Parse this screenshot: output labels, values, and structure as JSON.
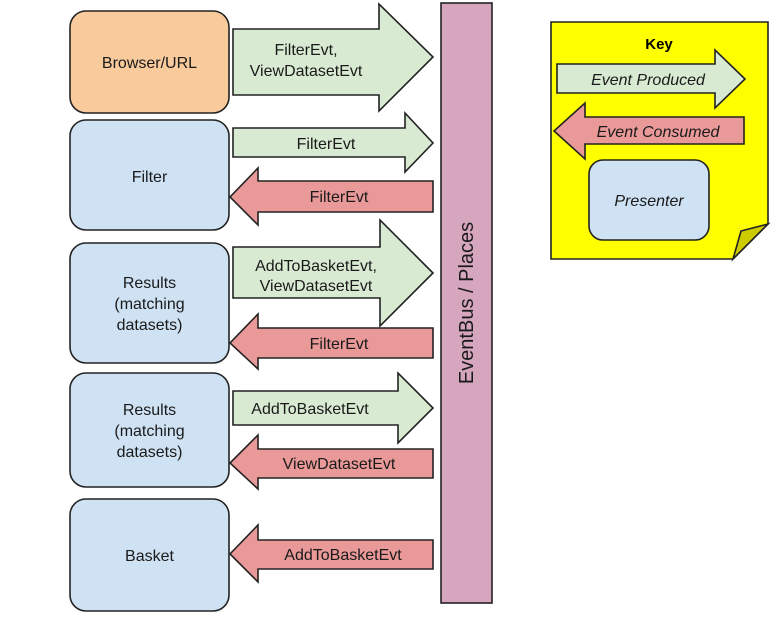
{
  "colors": {
    "browser_box": "#f9cb9c",
    "presenter_box": "#cfe2f3",
    "produced_arrow": "#d9ead3",
    "consumed_arrow": "#ea9999",
    "event_bus": "#d5a6bd",
    "key_note": "#ffff00",
    "key_fold": "#cccc00"
  },
  "event_bus": {
    "label": "EventBus / Places"
  },
  "presenters": [
    {
      "id": "browser",
      "lines": [
        "Browser/URL"
      ]
    },
    {
      "id": "filter",
      "lines": [
        "Filter"
      ]
    },
    {
      "id": "results-1",
      "lines": [
        "Results",
        "(matching",
        "datasets)"
      ]
    },
    {
      "id": "results-2",
      "lines": [
        "Results",
        "(matching",
        "datasets)"
      ]
    },
    {
      "id": "basket",
      "lines": [
        "Basket"
      ]
    }
  ],
  "produced_events": [
    {
      "presenter": "browser",
      "lines": [
        "FilterEvt,",
        "ViewDatasetEvt"
      ]
    },
    {
      "presenter": "filter",
      "lines": [
        "FilterEvt"
      ]
    },
    {
      "presenter": "results-1",
      "lines": [
        "AddToBasketEvt,",
        "ViewDatasetEvt"
      ]
    },
    {
      "presenter": "results-2",
      "lines": [
        "AddToBasketEvt"
      ]
    }
  ],
  "consumed_events": [
    {
      "presenter": "filter",
      "lines": [
        "FilterEvt"
      ]
    },
    {
      "presenter": "results-1",
      "lines": [
        "FilterEvt"
      ]
    },
    {
      "presenter": "results-2",
      "lines": [
        "ViewDatasetEvt"
      ]
    },
    {
      "presenter": "basket",
      "lines": [
        "AddToBasketEvt"
      ]
    }
  ],
  "key": {
    "title": "Key",
    "produced_label": "Event Produced",
    "consumed_label": "Event Consumed",
    "presenter_label": "Presenter"
  }
}
